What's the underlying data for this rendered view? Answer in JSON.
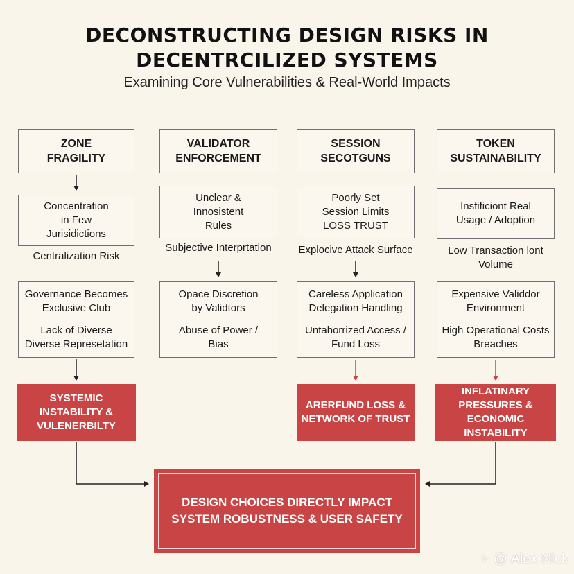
{
  "title_line1": "DECONSTRUCTING DESIGN RISKS IN",
  "title_line2": "DECENTRCILIZED SYSTEMS",
  "subtitle": "Examining Core Vulnerabilities & Real-World Impacts",
  "columns": [
    {
      "header": "ZONE\nFRAGILITY",
      "box1": "Concentration\nin Few\nJurisidictions",
      "note": "Centralization Risk",
      "box2a": "Governance Becomes\nExclusive Club",
      "box2b": "Lack of Diverse\nDiverse Represetation",
      "impact": "SYSTEMIC\nINSTABILITY &\nVULENERBILTY"
    },
    {
      "header": "VALIDATOR\nENFORCEMENT",
      "box1": "Unclear &\nInnosistent\nRules",
      "note": "Subjective Interprtation",
      "box2a": "Opace Discretion\nby Validtors",
      "box2b": "Abuse of Power /\nBias",
      "impact": ""
    },
    {
      "header": "SESSION\nSECOTGUNS",
      "box1": "Poorly Set\nSession Limits\nLOSS TRUST",
      "note": "Explocive Attack Surface",
      "box2a": "Careless Application\nDelegation Handling",
      "box2b": "Untahorrized Access /\nFund Loss",
      "impact": "ARERFUND LOSS &\nNETWORK OF TRUST"
    },
    {
      "header": "TOKEN\nSUSTAINABILITY",
      "box1": "Insfificiont Real\nUsage / Adoption",
      "note": "Low Transaction lont\nVolume",
      "box2a": "Expensive Validdor\nEnvironment",
      "box2b": "High Operational Costs\nBreaches",
      "impact": "INFLATINARY\nPRESSURES &\nECONOMIC INSTABILITY"
    }
  ],
  "conclusion": "DESIGN CHOICES DIRECTLY IMPACT\nSYSTEM ROBUSTNESS & USER SAFETY",
  "watermark": "@ Alex Nick",
  "colors": {
    "background": "#faf5ea",
    "impact_red": "#c94545",
    "box_border": "#6f6f6f",
    "arrow_dark": "#222222",
    "arrow_red": "#c94545"
  }
}
